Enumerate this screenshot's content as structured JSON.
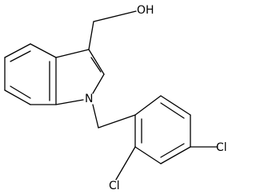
{
  "labels": {
    "hydroxyl": "OH",
    "nitrogen": "N",
    "chlorine_para": "Cl",
    "chlorine_ortho": "Cl"
  }
}
